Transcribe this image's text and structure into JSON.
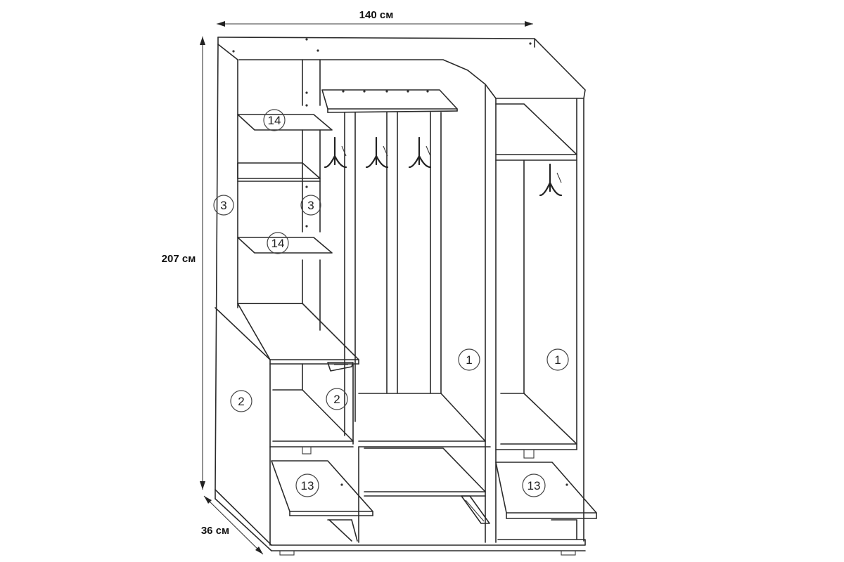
{
  "dimensions": {
    "width": "140 см",
    "height": "207 см",
    "depth": "36 см"
  },
  "part_numbers": [
    "1",
    "2",
    "3",
    "13",
    "14"
  ],
  "line_color": "#2a2a2a"
}
